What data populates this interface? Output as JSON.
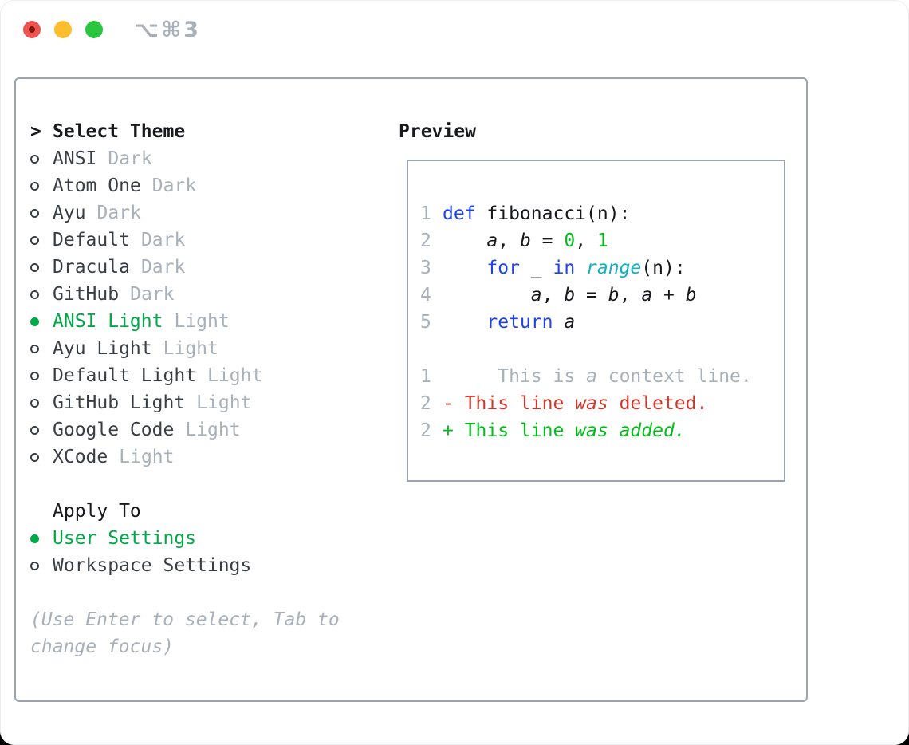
{
  "window": {
    "shortcut_label": "⌥⌘3",
    "traffic_lights": [
      "close",
      "minimize",
      "zoom"
    ]
  },
  "colors": {
    "accent_green": "#00a847",
    "heading_black": "#17191c",
    "text_dark": "#383e44",
    "muted_gray": "#a8b0ba",
    "border_gray": "#9aa3ae",
    "code_keyword_blue": "#1d43ec",
    "code_builtin_cyan": "#0cb4c4",
    "code_number_green": "#00bd19",
    "diff_deleted_red": "#ce382c",
    "traffic_red": "#ee5350",
    "traffic_red_dot": "#7e160e",
    "traffic_yellow": "#fcbd2f",
    "traffic_green": "#2bc63f"
  },
  "theme_panel": {
    "header_marker": ">",
    "header": "Select Theme",
    "items": [
      {
        "name": "ANSI",
        "variant": "Dark",
        "selected": false
      },
      {
        "name": "Atom One",
        "variant": "Dark",
        "selected": false
      },
      {
        "name": "Ayu",
        "variant": "Dark",
        "selected": false
      },
      {
        "name": "Default",
        "variant": "Dark",
        "selected": false
      },
      {
        "name": "Dracula",
        "variant": "Dark",
        "selected": false
      },
      {
        "name": "GitHub",
        "variant": "Dark",
        "selected": false
      },
      {
        "name": "ANSI Light",
        "variant": "Light",
        "selected": true
      },
      {
        "name": "Ayu Light",
        "variant": "Light",
        "selected": false
      },
      {
        "name": "Default Light",
        "variant": "Light",
        "selected": false
      },
      {
        "name": "GitHub Light",
        "variant": "Light",
        "selected": false
      },
      {
        "name": "Google Code",
        "variant": "Light",
        "selected": false
      },
      {
        "name": "XCode",
        "variant": "Light",
        "selected": false
      }
    ],
    "apply_header": "Apply To",
    "apply_options": [
      {
        "name": "User Settings",
        "selected": true
      },
      {
        "name": "Workspace Settings",
        "selected": false
      }
    ],
    "help": "(Use Enter to select, Tab to change focus)"
  },
  "preview": {
    "header": "Preview",
    "lines": [
      {
        "num": "1",
        "segments": [
          [
            "def",
            "blue"
          ],
          [
            " fibonacci(n):",
            "fg"
          ]
        ]
      },
      {
        "num": "2",
        "segments": [
          [
            "    ",
            "fg"
          ],
          [
            "a",
            "fg",
            "i"
          ],
          [
            ", ",
            "fg"
          ],
          [
            "b",
            "fg",
            "i"
          ],
          [
            " = ",
            "fg"
          ],
          [
            "0",
            "green"
          ],
          [
            ", ",
            "fg"
          ],
          [
            "1",
            "green"
          ]
        ]
      },
      {
        "num": "3",
        "segments": [
          [
            "    ",
            "fg"
          ],
          [
            "for",
            "blue"
          ],
          [
            " _ ",
            "fg"
          ],
          [
            "in",
            "blue"
          ],
          [
            " ",
            "fg"
          ],
          [
            "range",
            "cyan",
            "i"
          ],
          [
            "(n):",
            "fg"
          ]
        ]
      },
      {
        "num": "4",
        "segments": [
          [
            "        ",
            "fg"
          ],
          [
            "a",
            "fg",
            "i"
          ],
          [
            ", ",
            "fg"
          ],
          [
            "b",
            "fg",
            "i"
          ],
          [
            " = ",
            "fg"
          ],
          [
            "b",
            "fg",
            "i"
          ],
          [
            ", ",
            "fg"
          ],
          [
            "a",
            "fg",
            "i"
          ],
          [
            " + ",
            "fg"
          ],
          [
            "b",
            "fg",
            "i"
          ]
        ]
      },
      {
        "num": "5",
        "segments": [
          [
            "    ",
            "fg"
          ],
          [
            "return",
            "blue"
          ],
          [
            " ",
            "fg"
          ],
          [
            "a",
            "fg",
            "i"
          ]
        ]
      },
      {
        "num": "",
        "segments": []
      },
      {
        "num": "1",
        "segments": [
          [
            "     This is ",
            "gray"
          ],
          [
            "a",
            "gray",
            "i"
          ],
          [
            " context line.",
            "gray"
          ]
        ]
      },
      {
        "num": "2",
        "segments": [
          [
            "- This line ",
            "red"
          ],
          [
            "was",
            "red",
            "i"
          ],
          [
            " deleted.",
            "red"
          ]
        ]
      },
      {
        "num": "2",
        "segments": [
          [
            "+ This line ",
            "green"
          ],
          [
            "was",
            "green",
            "i"
          ],
          [
            " ",
            "green"
          ],
          [
            "added.",
            "green",
            "i"
          ]
        ]
      }
    ]
  }
}
